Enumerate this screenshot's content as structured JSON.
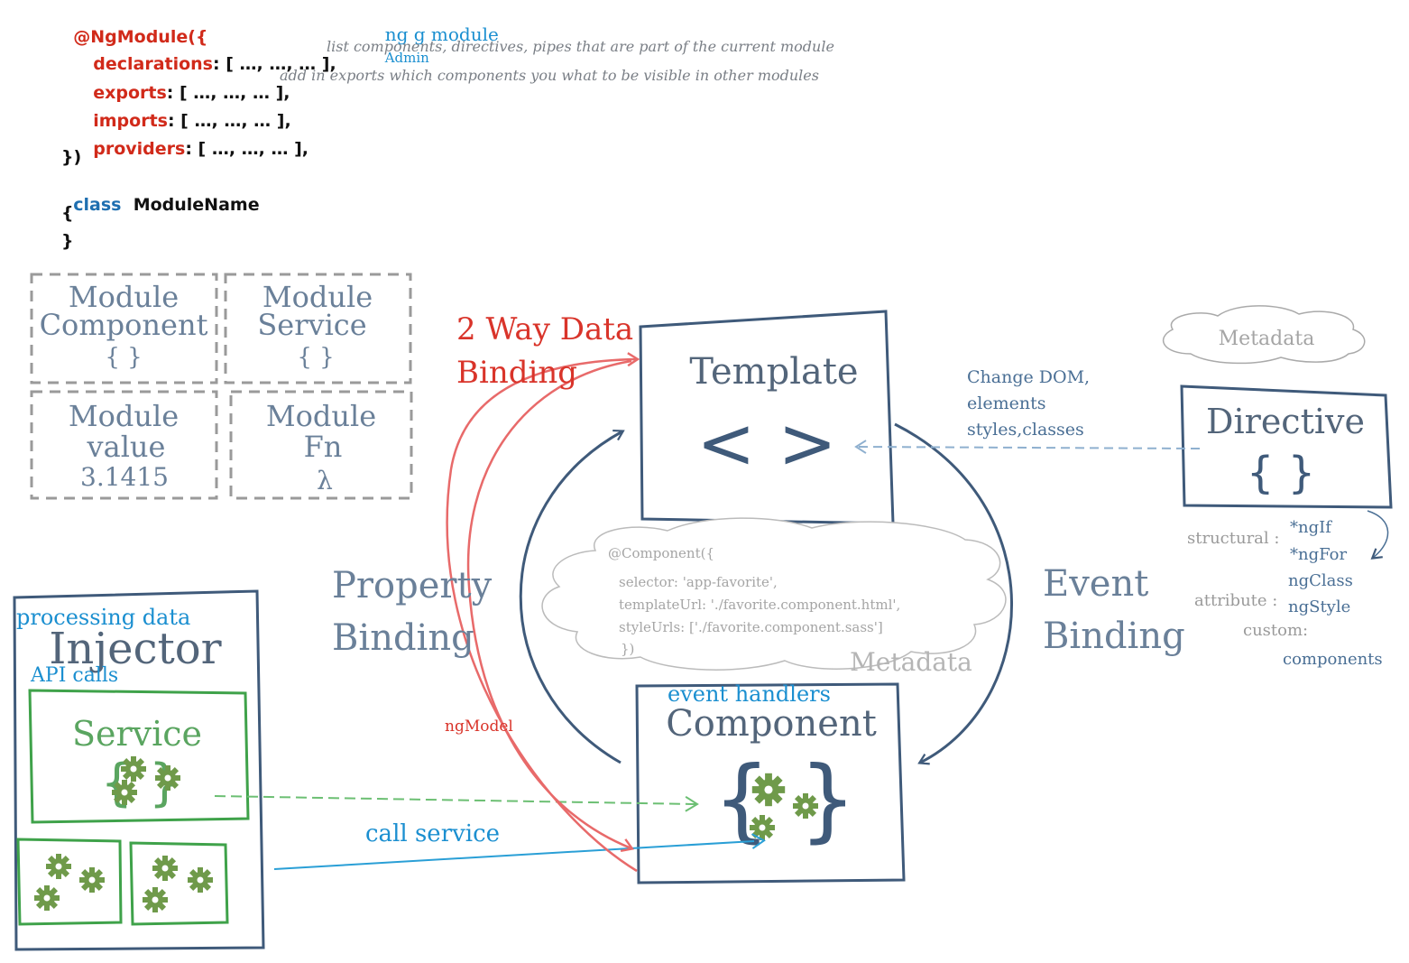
{
  "code": {
    "decorator_open": "@NgModule({",
    "cli_hint": "ng g module",
    "cli_hint_arg": "Admin",
    "declarations_key": "declarations",
    "declarations_val": ": [ …, …, … ],",
    "declarations_note": "list components, directives, pipes that are part of the current module",
    "exports_key": "exports",
    "exports_val": ": [ …, …, … ],",
    "exports_note": "add in exports which components you what to be visible in other modules",
    "imports_key": "imports",
    "imports_val": ": [ …, …, … ],",
    "providers_key": "providers",
    "providers_val": ": [ …, …, … ],",
    "decorator_close": "})",
    "class_kw": "class",
    "class_name": "ModuleName",
    "brace_open": "{",
    "brace_close": "}"
  },
  "module_grid": {
    "cells": [
      {
        "line1": "Module",
        "line2": "Component",
        "line3": "{ }"
      },
      {
        "line1": "Module",
        "line2": "Service",
        "line3": "{ }"
      },
      {
        "line1": "Module",
        "line2": "value",
        "line3": "3.1415"
      },
      {
        "line1": "Module",
        "line2": "Fn",
        "line3": "λ"
      }
    ]
  },
  "template": {
    "title": "Template",
    "symbol": "< >"
  },
  "component": {
    "title": "Component",
    "symbol": "{ }"
  },
  "directive": {
    "title": "Directive",
    "symbol": "{ }"
  },
  "injector": {
    "title": "Injector",
    "service_title": "Service",
    "service_symbol": "{ }"
  },
  "labels": {
    "two_way_line1": "2 Way Data",
    "two_way_line2": "Binding",
    "property_line1": "Property",
    "property_line2": "Binding",
    "event_line1": "Event",
    "event_line2": "Binding",
    "ng_model": "ngModel",
    "metadata_top": "Metadata",
    "metadata_component": "Metadata",
    "change_dom_1": "Change DOM,",
    "change_dom_2": "elements",
    "change_dom_3": "styles,classes",
    "event_handlers": "event handlers",
    "processing_data": "processing data",
    "api_calls": "API calls",
    "call_service": "call service"
  },
  "component_metadata": {
    "line1": "@Component({",
    "line2": "selector: 'app-favorite',",
    "line3": "templateUrl: './favorite.component.html',",
    "line4": "styleUrls: ['./favorite.component.sass']",
    "line5": "})"
  },
  "directive_types": {
    "structural_label": "structural :",
    "structural_1": "*ngIf",
    "structural_2": "*ngFor",
    "attribute_label": "attribute :",
    "attribute_1": "ngClass",
    "attribute_2": "ngStyle",
    "custom_label": "custom:",
    "custom_1": "components"
  },
  "colors": {
    "keyword_red": "#d12a1a",
    "keyword_blue": "#1f6fb0",
    "sketch_blue": "#3f5a7a",
    "sketch_gray": "#9a9a9a",
    "service_green": "#3fa24a",
    "gear_green": "#6f9a4a",
    "binding_red": "#e86a6a",
    "annotation_blue": "#1b8fd0",
    "note_gray": "#7a7f86"
  }
}
